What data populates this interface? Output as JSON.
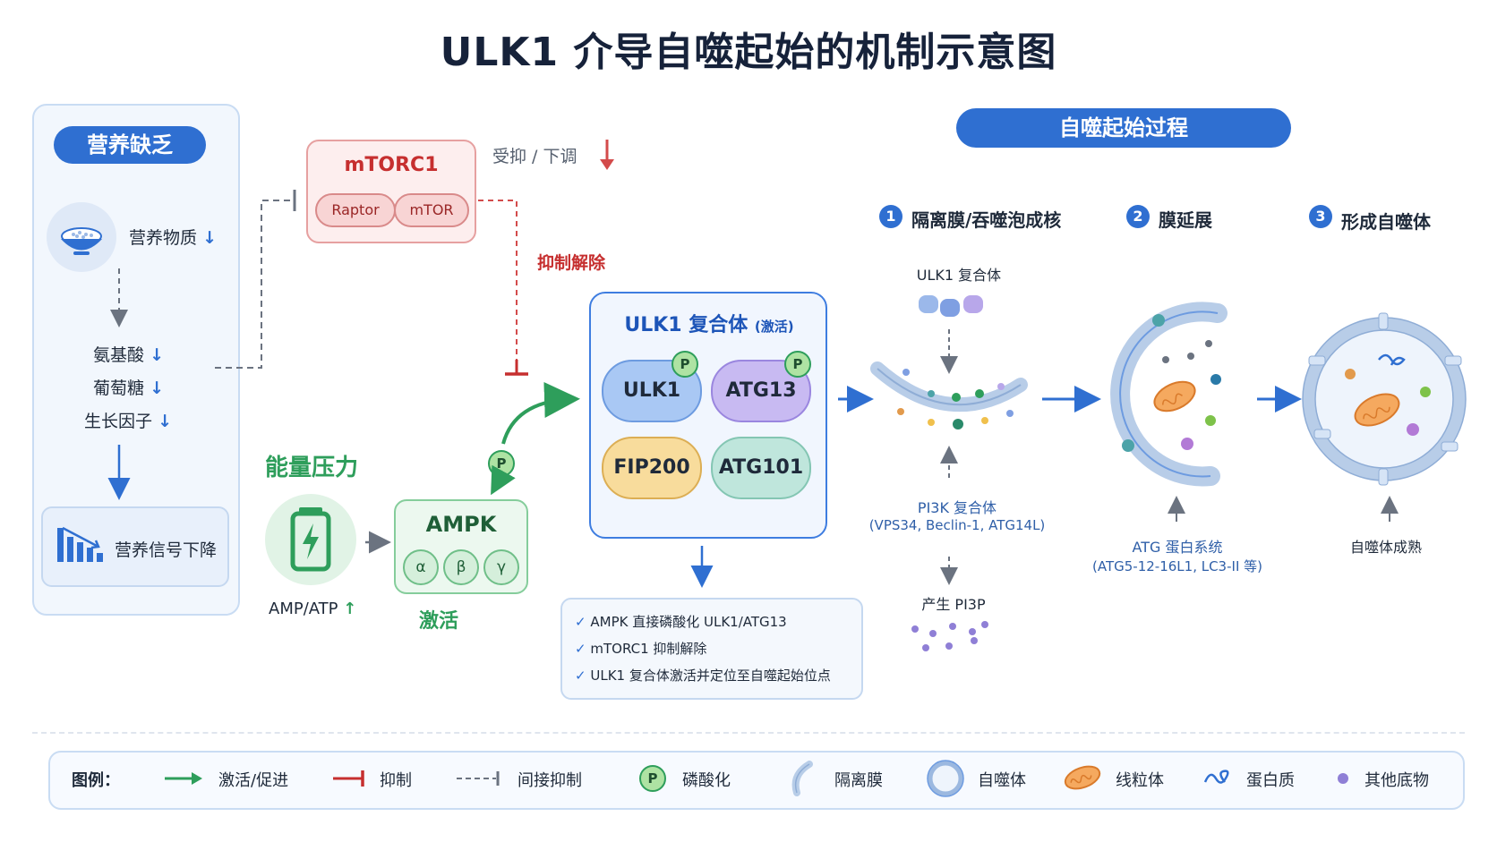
{
  "title": "ULK1 介导自噬起始的机制示意图",
  "left": {
    "header": "营养缺乏",
    "nutrients": "营养物质",
    "amino": "氨基酸",
    "glucose": "葡萄糖",
    "growth": "生长因子",
    "signal": "营养信号下降",
    "down_arrow": "↓"
  },
  "mtorc1": {
    "title": "mTORC1",
    "raptor": "Raptor",
    "mtor": "mTOR",
    "suppressed": "受抑 / 下调",
    "release": "抑制解除"
  },
  "energy": {
    "title": "能量压力",
    "ratio": "AMP/ATP",
    "up_arrow": "↑",
    "activate": "激活"
  },
  "ampk": {
    "title": "AMPK",
    "alpha": "α",
    "beta": "β",
    "gamma": "γ",
    "p": "P"
  },
  "ulk_complex": {
    "title": "ULK1 复合体",
    "state": "(激活)",
    "ulk1": "ULK1",
    "atg13": "ATG13",
    "fip200": "FIP200",
    "atg101": "ATG101",
    "p": "P"
  },
  "checklist": [
    "AMPK 直接磷酸化 ULK1/ATG13",
    "mTORC1 抑制解除",
    "ULK1 复合体激活并定位至自噬起始位点"
  ],
  "process": {
    "header": "自噬起始过程",
    "steps": [
      {
        "num": "1",
        "label": "隔离膜/吞噬泡成核"
      },
      {
        "num": "2",
        "label": "膜延展"
      },
      {
        "num": "3",
        "label": "形成自噬体"
      }
    ],
    "ulk1_complex": "ULK1 复合体",
    "pi3k": "PI3K 复合体",
    "pi3k_members": "(VPS34, Beclin-1, ATG14L)",
    "pi3p": "产生 PI3P",
    "atg_system": "ATG 蛋白系统",
    "atg_members": "(ATG5-12-16L1, LC3-II 等)",
    "mature": "自噬体成熟"
  },
  "legend": {
    "label": "图例：",
    "activate": "激活/促进",
    "inhibit": "抑制",
    "indirect": "间接抑制",
    "phos": "磷酸化",
    "phos_p": "P",
    "membrane": "隔离膜",
    "autophagosome": "自噬体",
    "mito": "线粒体",
    "protein": "蛋白质",
    "other": "其他底物"
  },
  "colors": {
    "blue": "#2f6fd1",
    "red": "#c62f2f",
    "green": "#2e9e5b",
    "ulk1_fill": "#a9c8f4",
    "atg13_fill": "#c8baf2",
    "fip200_fill": "#f8dc9c",
    "atg101_fill": "#bfe6dc"
  }
}
